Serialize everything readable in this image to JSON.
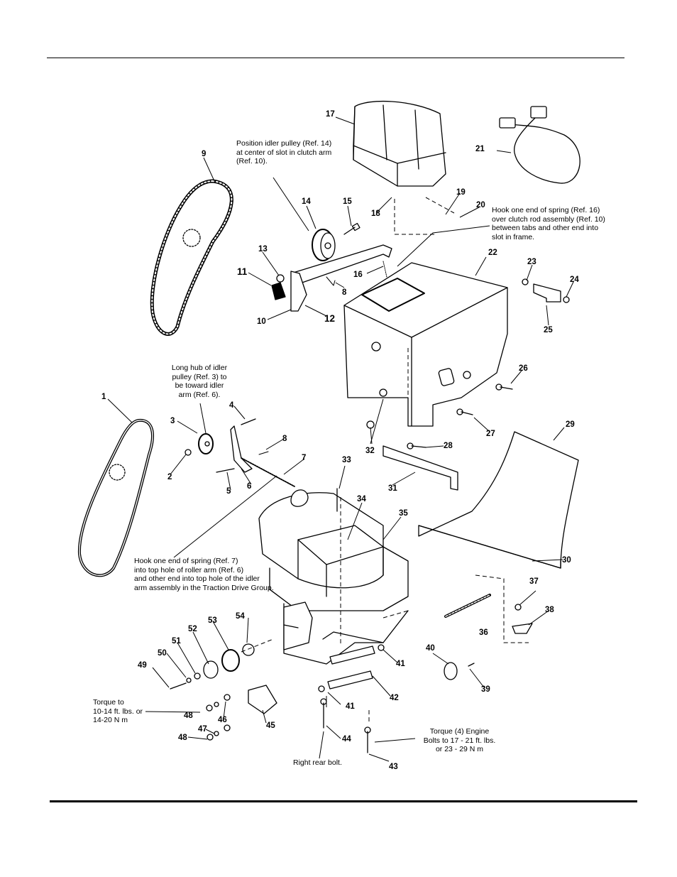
{
  "callouts": [
    "1",
    "2",
    "3",
    "4",
    "5",
    "6",
    "7",
    "8",
    "9",
    "10",
    "11",
    "12",
    "13",
    "14",
    "15",
    "16",
    "17",
    "18",
    "19",
    "20",
    "21",
    "22",
    "23",
    "24",
    "25",
    "26",
    "27",
    "28",
    "29",
    "30",
    "31",
    "32",
    "33",
    "34",
    "35",
    "36",
    "37",
    "38",
    "39",
    "40",
    "41",
    "42",
    "43",
    "44",
    "45",
    "46",
    "47",
    "48",
    "49",
    "50",
    "51",
    "52",
    "53",
    "54"
  ],
  "notes": {
    "idler_pulley": [
      "Position idler pulley (Ref. 14)",
      "at center of slot in clutch arm",
      "(Ref. 10)."
    ],
    "spring_16": [
      "Hook one end of spring (Ref. 16)",
      "over clutch rod assembly (Ref. 10)",
      "between tabs and other end into",
      "slot in frame."
    ],
    "long_hub": [
      "Long hub of idler",
      "pulley (Ref. 3) to",
      "be toward idler",
      "arm (Ref. 6)."
    ],
    "spring_7": [
      "Hook one end of spring (Ref. 7)",
      "into top hole of roller arm (Ref. 6)",
      "and other end into top hole of the idler",
      "arm assembly in the Traction Drive Group."
    ],
    "torque_pulley": [
      "Torque to",
      "10-14 ft. lbs. or",
      "14-20 N m"
    ],
    "torque_engine": [
      "Torque (4) Engine",
      "Bolts to 17 - 21 ft. lbs.",
      "or 23 - 29 N m"
    ],
    "right_rear_bolt": [
      "Right rear bolt."
    ]
  },
  "colors": {
    "ink": "#000000",
    "paper": "#ffffff"
  }
}
